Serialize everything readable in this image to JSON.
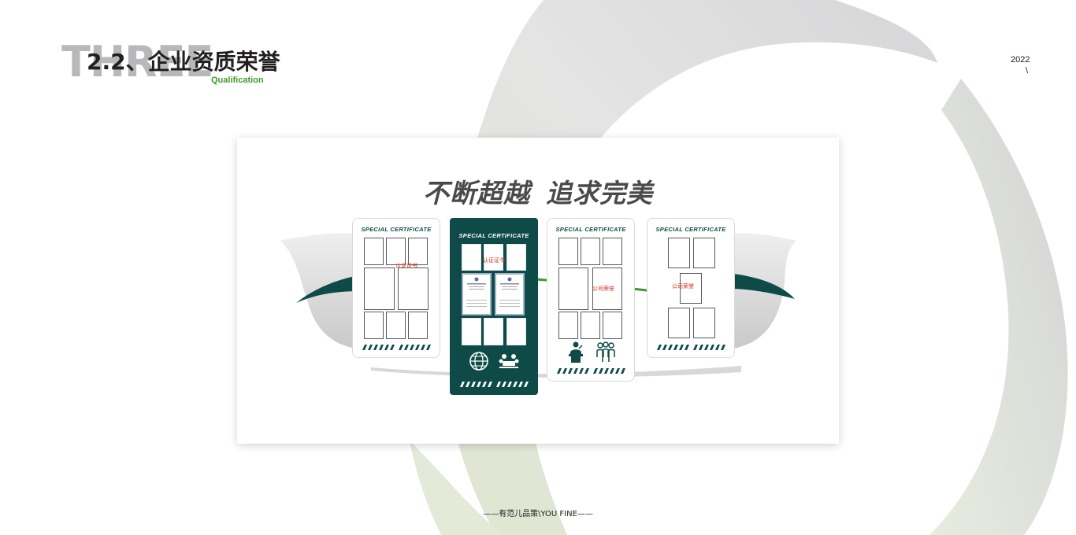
{
  "header": {
    "ghost_text": "THREE",
    "title": "2.2、企业资质荣誉",
    "subtitle": "Qualification"
  },
  "corner": {
    "year": "2022",
    "slash": "\\"
  },
  "slogan": {
    "part1": "不断超越",
    "part2": "追求完美"
  },
  "panels": [
    {
      "title": "SPECIAL CERTIFICATE",
      "label": "认证证书"
    },
    {
      "title": "SPECIAL CERTIFICATE",
      "label": "认证证书"
    },
    {
      "title": "SPECIAL CERTIFICATE",
      "label": "公司荣誉"
    },
    {
      "title": "SPECIAL CERTIFICATE",
      "label": "公司荣誉"
    }
  ],
  "footer": {
    "text": "——有范儿品策\\YOU FINE——"
  },
  "colors": {
    "brand_dark_green": "#0e4a47",
    "accent_green": "#3f9a2c",
    "label_red": "#d2331f"
  },
  "icons": [
    "globe-icon",
    "meeting-icon",
    "speaker-icon",
    "team-icon"
  ]
}
